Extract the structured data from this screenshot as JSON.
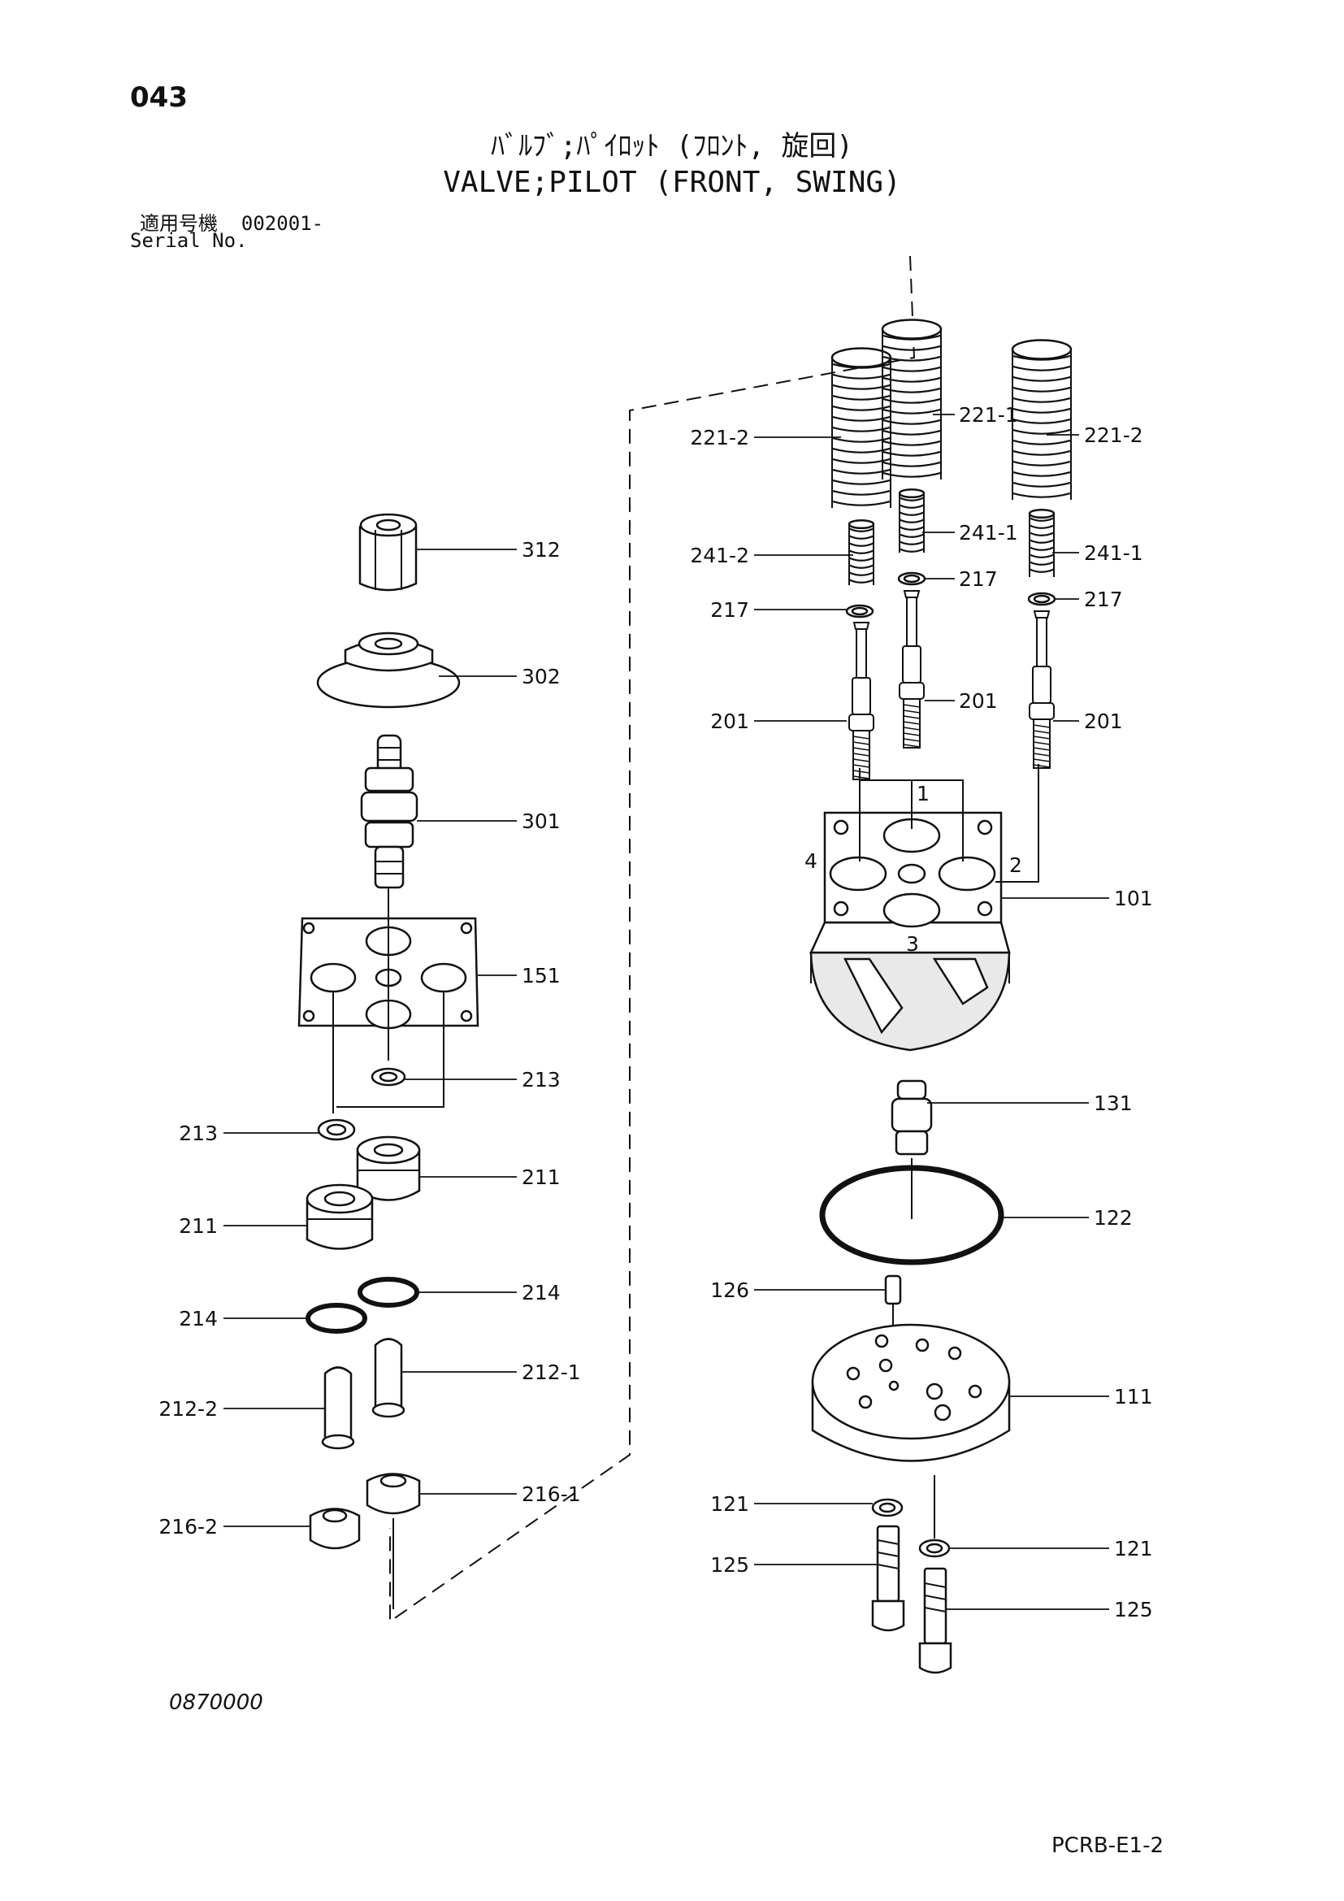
{
  "page_number": "043",
  "title": {
    "japanese": "ﾊﾞﾙﾌﾞ;ﾊﾟｲﾛｯﾄ (ﾌﾛﾝﾄ, 旋回)",
    "english": "VALVE;PILOT (FRONT, SWING)"
  },
  "serial": {
    "label_jp": "適用号機",
    "range": "002001-",
    "label_en": "Serial No."
  },
  "drawing_number": "0870000",
  "sheet_code": "PCRB-E1-2",
  "callouts": {
    "c312": "312",
    "c302": "302",
    "c301": "301",
    "c151": "151",
    "c213a": "213",
    "c213b": "213",
    "c211a": "211",
    "c211b": "211",
    "c214a": "214",
    "c214b": "214",
    "c2121": "212-1",
    "c2122": "212-2",
    "c2161": "216-1",
    "c2162": "216-2",
    "c2212a": "221-2",
    "c2211": "221-1",
    "c2212b": "221-2",
    "c2412": "241-2",
    "c2411a": "241-1",
    "c2411b": "241-1",
    "c217a": "217",
    "c217b": "217",
    "c217c": "217",
    "c201a": "201",
    "c201b": "201",
    "c201c": "201",
    "c101": "101",
    "c131": "131",
    "c122": "122",
    "c126": "126",
    "c111": "111",
    "c121a": "121",
    "c121b": "121",
    "c125a": "125",
    "c125b": "125"
  },
  "port_numbers": {
    "p1": "1",
    "p2": "2",
    "p3": "3",
    "p4": "4"
  }
}
